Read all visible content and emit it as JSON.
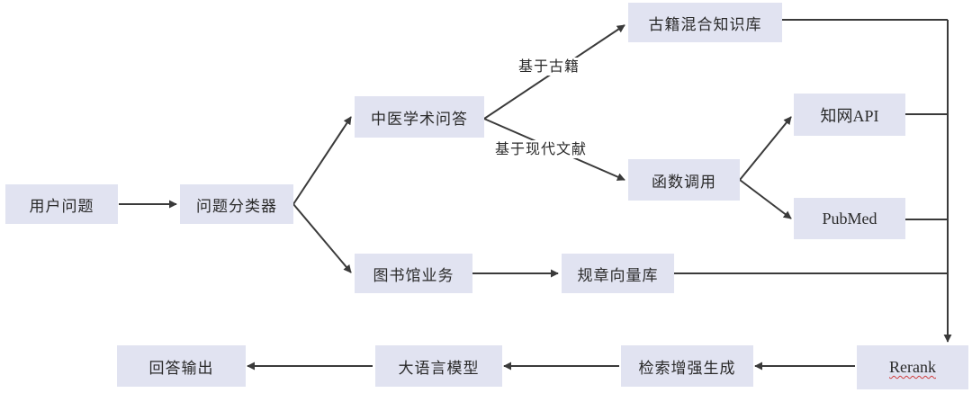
{
  "nodes": {
    "user_question": "用户问题",
    "question_classifier": "问题分类器",
    "tcm_academic_qa": "中医学术问答",
    "library_business": "图书馆业务",
    "ancient_books_kb": "古籍混合知识库",
    "function_call": "函数调用",
    "cnki_api": "知网API",
    "pubmed": "PubMed",
    "rules_vector_db": "规章向量库",
    "rerank": "Rerank",
    "rag": "检索增强生成",
    "llm": "大语言模型",
    "answer_output": "回答输出"
  },
  "edge_labels": {
    "based_on_ancient_books": "基于古籍",
    "based_on_modern_literature": "基于现代文献"
  },
  "colors": {
    "node_fill": "#e1e3f1",
    "line": "#3a3a3a",
    "text": "#2a2a2a"
  }
}
